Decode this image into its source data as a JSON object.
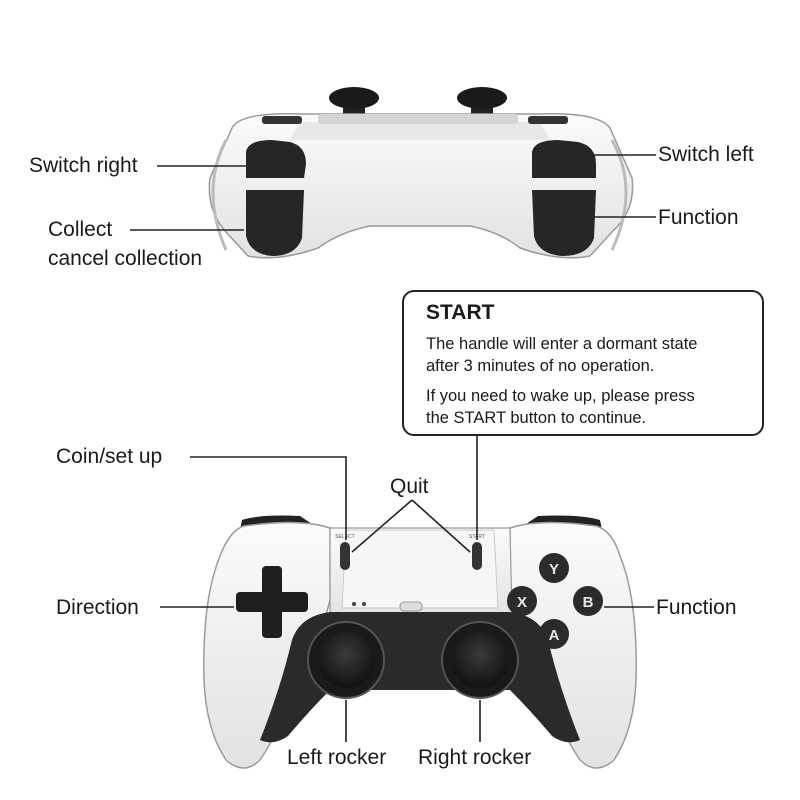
{
  "top_view": {
    "switch_right": "Switch right",
    "collect_line1": "Collect",
    "collect_line2": "cancel collection",
    "switch_left": "Switch left",
    "function": "Function"
  },
  "start_callout": {
    "title": "START",
    "line1": "The handle will enter a dormant state",
    "line2": "after 3 minutes of no operation.",
    "line3": "If you need to wake up, please press",
    "line4": "the START button to continue."
  },
  "front_view": {
    "coin_setup": "Coin/set up",
    "quit": "Quit",
    "direction": "Direction",
    "function": "Function",
    "left_rocker": "Left rocker",
    "right_rocker": "Right rocker",
    "face_buttons": {
      "y": "Y",
      "x": "X",
      "b": "B",
      "a": "A"
    }
  },
  "colors": {
    "shell": "#f2f2f2",
    "dark": "#1e1e1e",
    "text": "#1a1a1a"
  }
}
